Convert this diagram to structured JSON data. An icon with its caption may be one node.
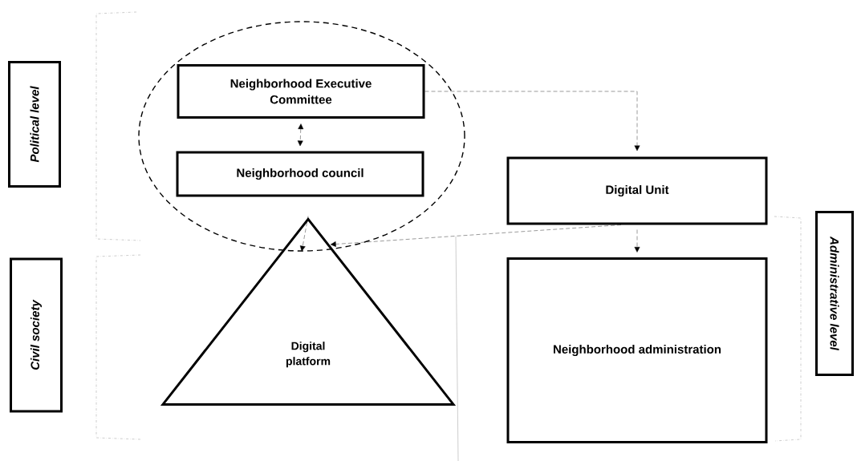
{
  "diagram": {
    "nodes": [
      {
        "text": [
          "Political level"
        ]
      },
      {
        "text": [],
        "shape": "circle"
      },
      {
        "text": [
          "Neighborhood Executive Committee"
        ],
        "in": 1
      },
      {
        "text": [
          "Neighborhood council"
        ],
        "in": 1
      },
      {
        "text": [
          "Civil society"
        ]
      },
      {
        "text": [
          "Digital platform"
        ]
      },
      {
        "text": [
          "Digital Unit"
        ]
      },
      {
        "text": [
          "Neighborhood administration"
        ]
      },
      {
        "text": [
          "Administrative level"
        ]
      }
    ],
    "edges": [
      {
        "from": 2,
        "to": 6,
        "arrow": "to"
      },
      {
        "from": 2,
        "to": 3,
        "arrow": "both"
      },
      {
        "from": 5,
        "to": 1,
        "arrow": "to"
      },
      {
        "from": 6,
        "to": 5,
        "arrow": "to"
      },
      {
        "from": 6,
        "to": 7,
        "arrow": "to"
      }
    ]
  }
}
